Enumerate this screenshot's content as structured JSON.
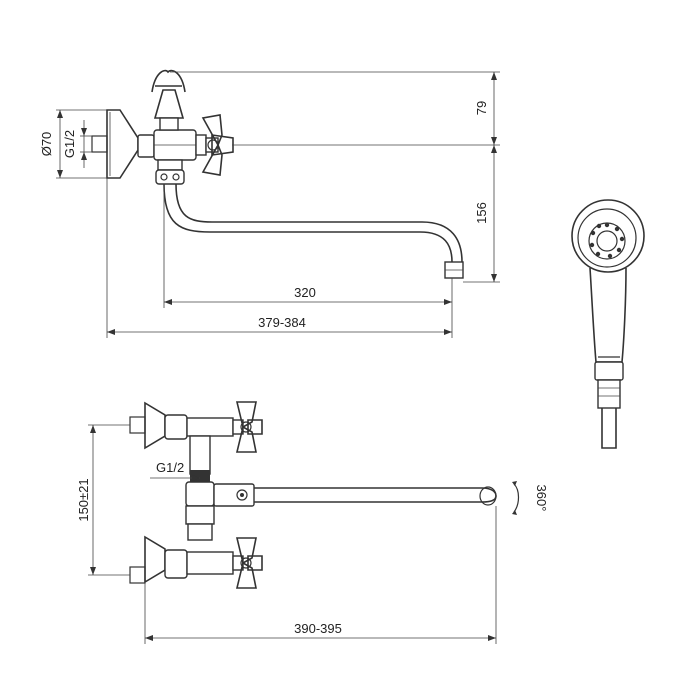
{
  "dimensions": {
    "side_view": {
      "height_above_axis": "79",
      "height_below_axis": "156",
      "flange_diameter": "Ø70",
      "inlet_thread": "G1/2",
      "spout_reach": "320",
      "total_reach": "379-384"
    },
    "top_view": {
      "center_distance": "150±21",
      "outlet_thread": "G1/2",
      "spout_rotation": "360°",
      "total_length": "390-395"
    }
  }
}
